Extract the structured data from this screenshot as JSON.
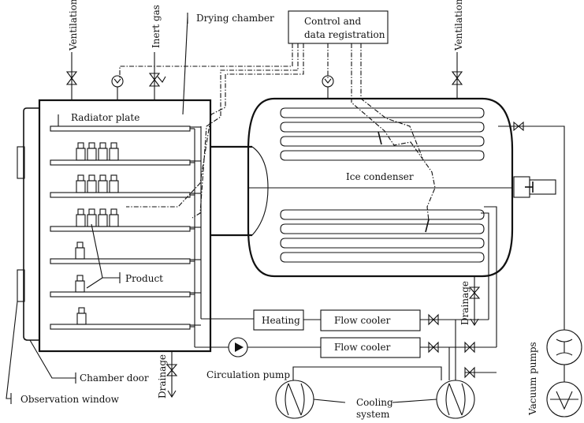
{
  "labels": {
    "ventilation_left": "Ventilation",
    "inert_gas": "Inert gas",
    "drying_chamber": "Drying chamber",
    "control_line1": "Control and",
    "control_line2": "data registration",
    "ventilation_right": "Ventilation",
    "radiator_plate": "Radiator plate",
    "ice_condenser": "Ice condenser",
    "product": "Product",
    "drainage_right": "Drainage",
    "heating": "Heating",
    "flow_cooler_top": "Flow cooler",
    "flow_cooler_bottom": "Flow cooler",
    "chamber_door": "Chamber door",
    "circulation_pump": "Circulation pump",
    "drainage_left": "Drainage",
    "cooling_line1": "Cooling",
    "cooling_line2": "system",
    "vacuum_pumps": "Vacuum pumps",
    "observation_window": "Observation window"
  }
}
